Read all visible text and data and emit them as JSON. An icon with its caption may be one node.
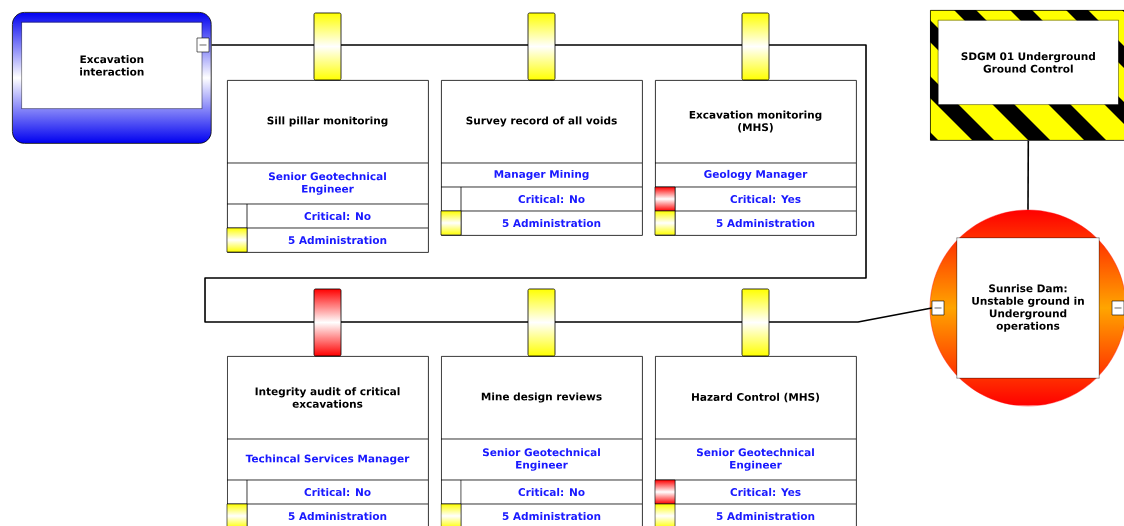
{
  "diagram": {
    "nodes": [
      {
        "text": [
          "Excavation interaction"
        ]
      },
      {
        "text": [
          "Sill pillar monitoring",
          "Senior Geotechnical Engineer",
          "Critical: No",
          "5 Administration"
        ]
      },
      {
        "text": [
          "Survey record of all voids",
          "Manager Mining",
          "Critical: No",
          "5 Administration"
        ]
      },
      {
        "text": [
          "Excavation monitoring (MHS)",
          "Geology Manager",
          "Critical: Yes",
          "5 Administration"
        ]
      },
      {
        "text": [
          "Integrity audit of critical excavations",
          "Techincal Services Manager",
          "Critical: No",
          "5 Administration"
        ]
      },
      {
        "text": [
          "Mine design reviews",
          "Senior Geotechnical Engineer",
          "Critical: No",
          "5 Administration"
        ]
      },
      {
        "text": [
          "Hazard Control (MHS)",
          "Senior Geotechnical Engineer",
          "Critical: Yes",
          "5 Administration"
        ]
      },
      {
        "text": [
          "SDGM 01 Underground Ground Control"
        ]
      },
      {
        "text": [
          "Sunrise Dam: Unstable ground in Underground operations"
        ]
      }
    ],
    "edges": [
      {
        "from": 0,
        "to": 8,
        "arrow": "none"
      },
      {
        "from": 7,
        "to": 8,
        "arrow": "none"
      }
    ]
  }
}
